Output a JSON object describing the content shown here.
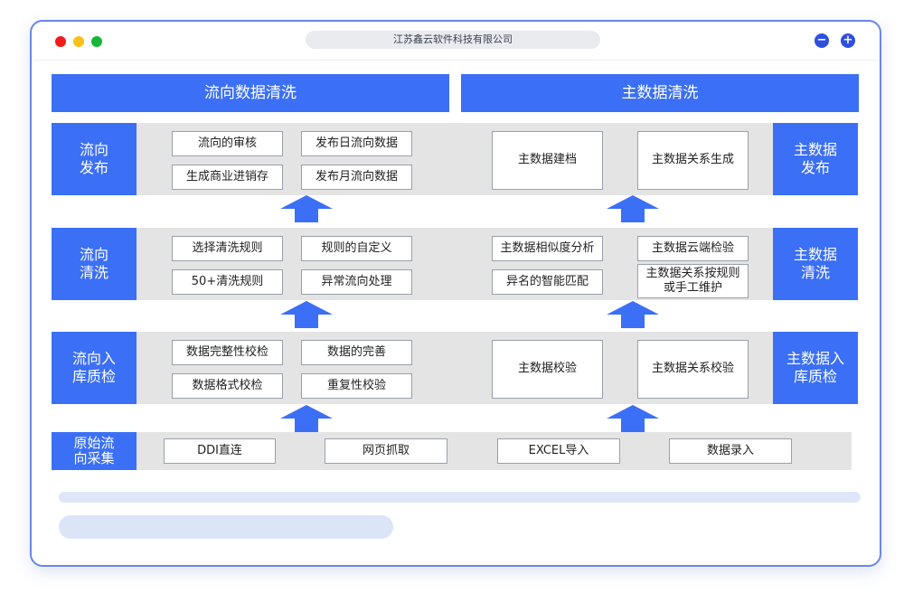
{
  "window": {
    "address": "江苏鑫云软件科技有限公司",
    "minus_label": "−",
    "plus_label": "+"
  },
  "headers": {
    "left": "流向数据清洗",
    "right": "主数据清洗"
  },
  "rows": {
    "publish": {
      "left_side": "流向\n发布",
      "right_side": "主数据\n发布",
      "left_items": [
        "流向的审核",
        "发布日流向数据",
        "生成商业进销存",
        "发布月流向数据"
      ],
      "right_items": [
        "主数据建档",
        "主数据关系生成"
      ]
    },
    "clean": {
      "left_side": "流向\n清洗",
      "right_side": "主数据\n清洗",
      "left_items": [
        "选择清洗规则",
        "规则的自定义",
        "50+清洗规则",
        "异常流向处理"
      ],
      "right_items": [
        "主数据相似度分析",
        "主数据云端检验",
        "异名的智能匹配",
        "主数据关系按规则\n或手工维护"
      ]
    },
    "quality": {
      "left_side": "流向入\n库质检",
      "right_side": "主数据入\n库质检",
      "left_items": [
        "数据完整性校检",
        "数据的完善",
        "数据格式校检",
        "重复性校验"
      ],
      "right_items": [
        "主数据校验",
        "主数据关系校验"
      ]
    },
    "collect": {
      "left_side": "原始流\n向采集",
      "items": [
        "DDI直连",
        "网页抓取",
        "EXCEL导入",
        "数据录入"
      ]
    }
  },
  "colors": {
    "accent": "#3b6ff5",
    "band": "#e4e4e4",
    "frame": "#6b86e8"
  }
}
